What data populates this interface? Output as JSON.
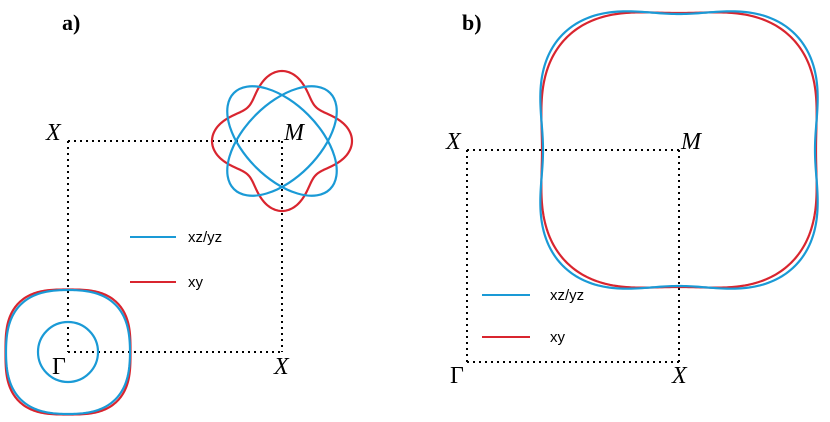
{
  "colors": {
    "xz_yz": "#1a9ad6",
    "xy": "#d9252f"
  },
  "panels": [
    {
      "label": "a)",
      "corners": {
        "top_left": "X",
        "top_right": "M",
        "bottom_left": "Γ",
        "bottom_right": "X"
      },
      "legend": [
        {
          "name": "xz/yz",
          "color": "#1a9ad6"
        },
        {
          "name": "xy",
          "color": "#d9252f"
        }
      ]
    },
    {
      "label": "b)",
      "corners": {
        "top_left": "X",
        "top_right": "M",
        "bottom_left": "Γ",
        "bottom_right": "X"
      },
      "legend": [
        {
          "name": "xz/yz",
          "color": "#1a9ad6"
        },
        {
          "name": "xy",
          "color": "#d9252f"
        }
      ]
    }
  ]
}
